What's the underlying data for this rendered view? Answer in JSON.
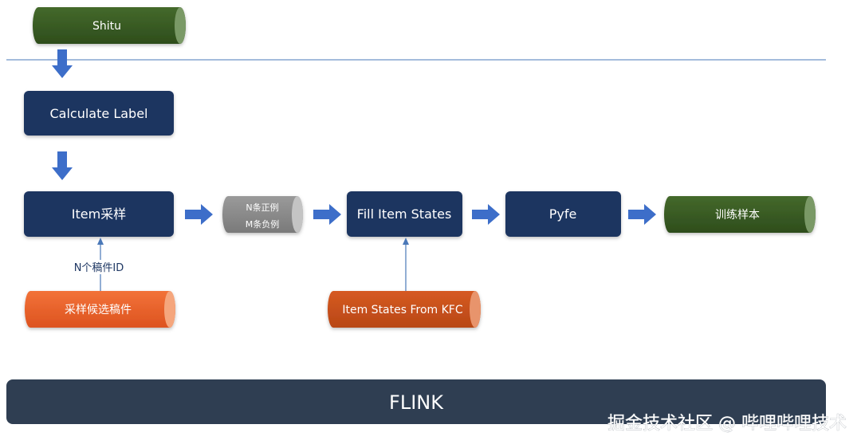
{
  "nodes": {
    "shitu": "Shitu",
    "calculate_label": "Calculate Label",
    "item_sampling": "Item采样",
    "samples": [
      "N条正例",
      "M条负例"
    ],
    "fill_item_states": "Fill Item States",
    "pyfe": "Pyfe",
    "training_samples": "训练样本",
    "candidate_items": "采样候选稿件",
    "item_states_from_kfc": "Item States From KFC"
  },
  "edges": {
    "candidate_to_sampling": "N个稿件ID"
  },
  "footer": {
    "flink": "FLINK"
  },
  "watermark": "掘金技术社区 @ 哔哩哔哩技术",
  "colors": {
    "navy_box": "#1f3561",
    "green_cylinder": "#385a23",
    "gray_cylinder": "#8a8a8a",
    "orange_cylinder": "#e8602a",
    "dark_orange_cylinder": "#c9501c",
    "arrow_blue": "#3d6ec9",
    "flink_bar": "#2f3e52",
    "divider": "#4a78b8"
  }
}
